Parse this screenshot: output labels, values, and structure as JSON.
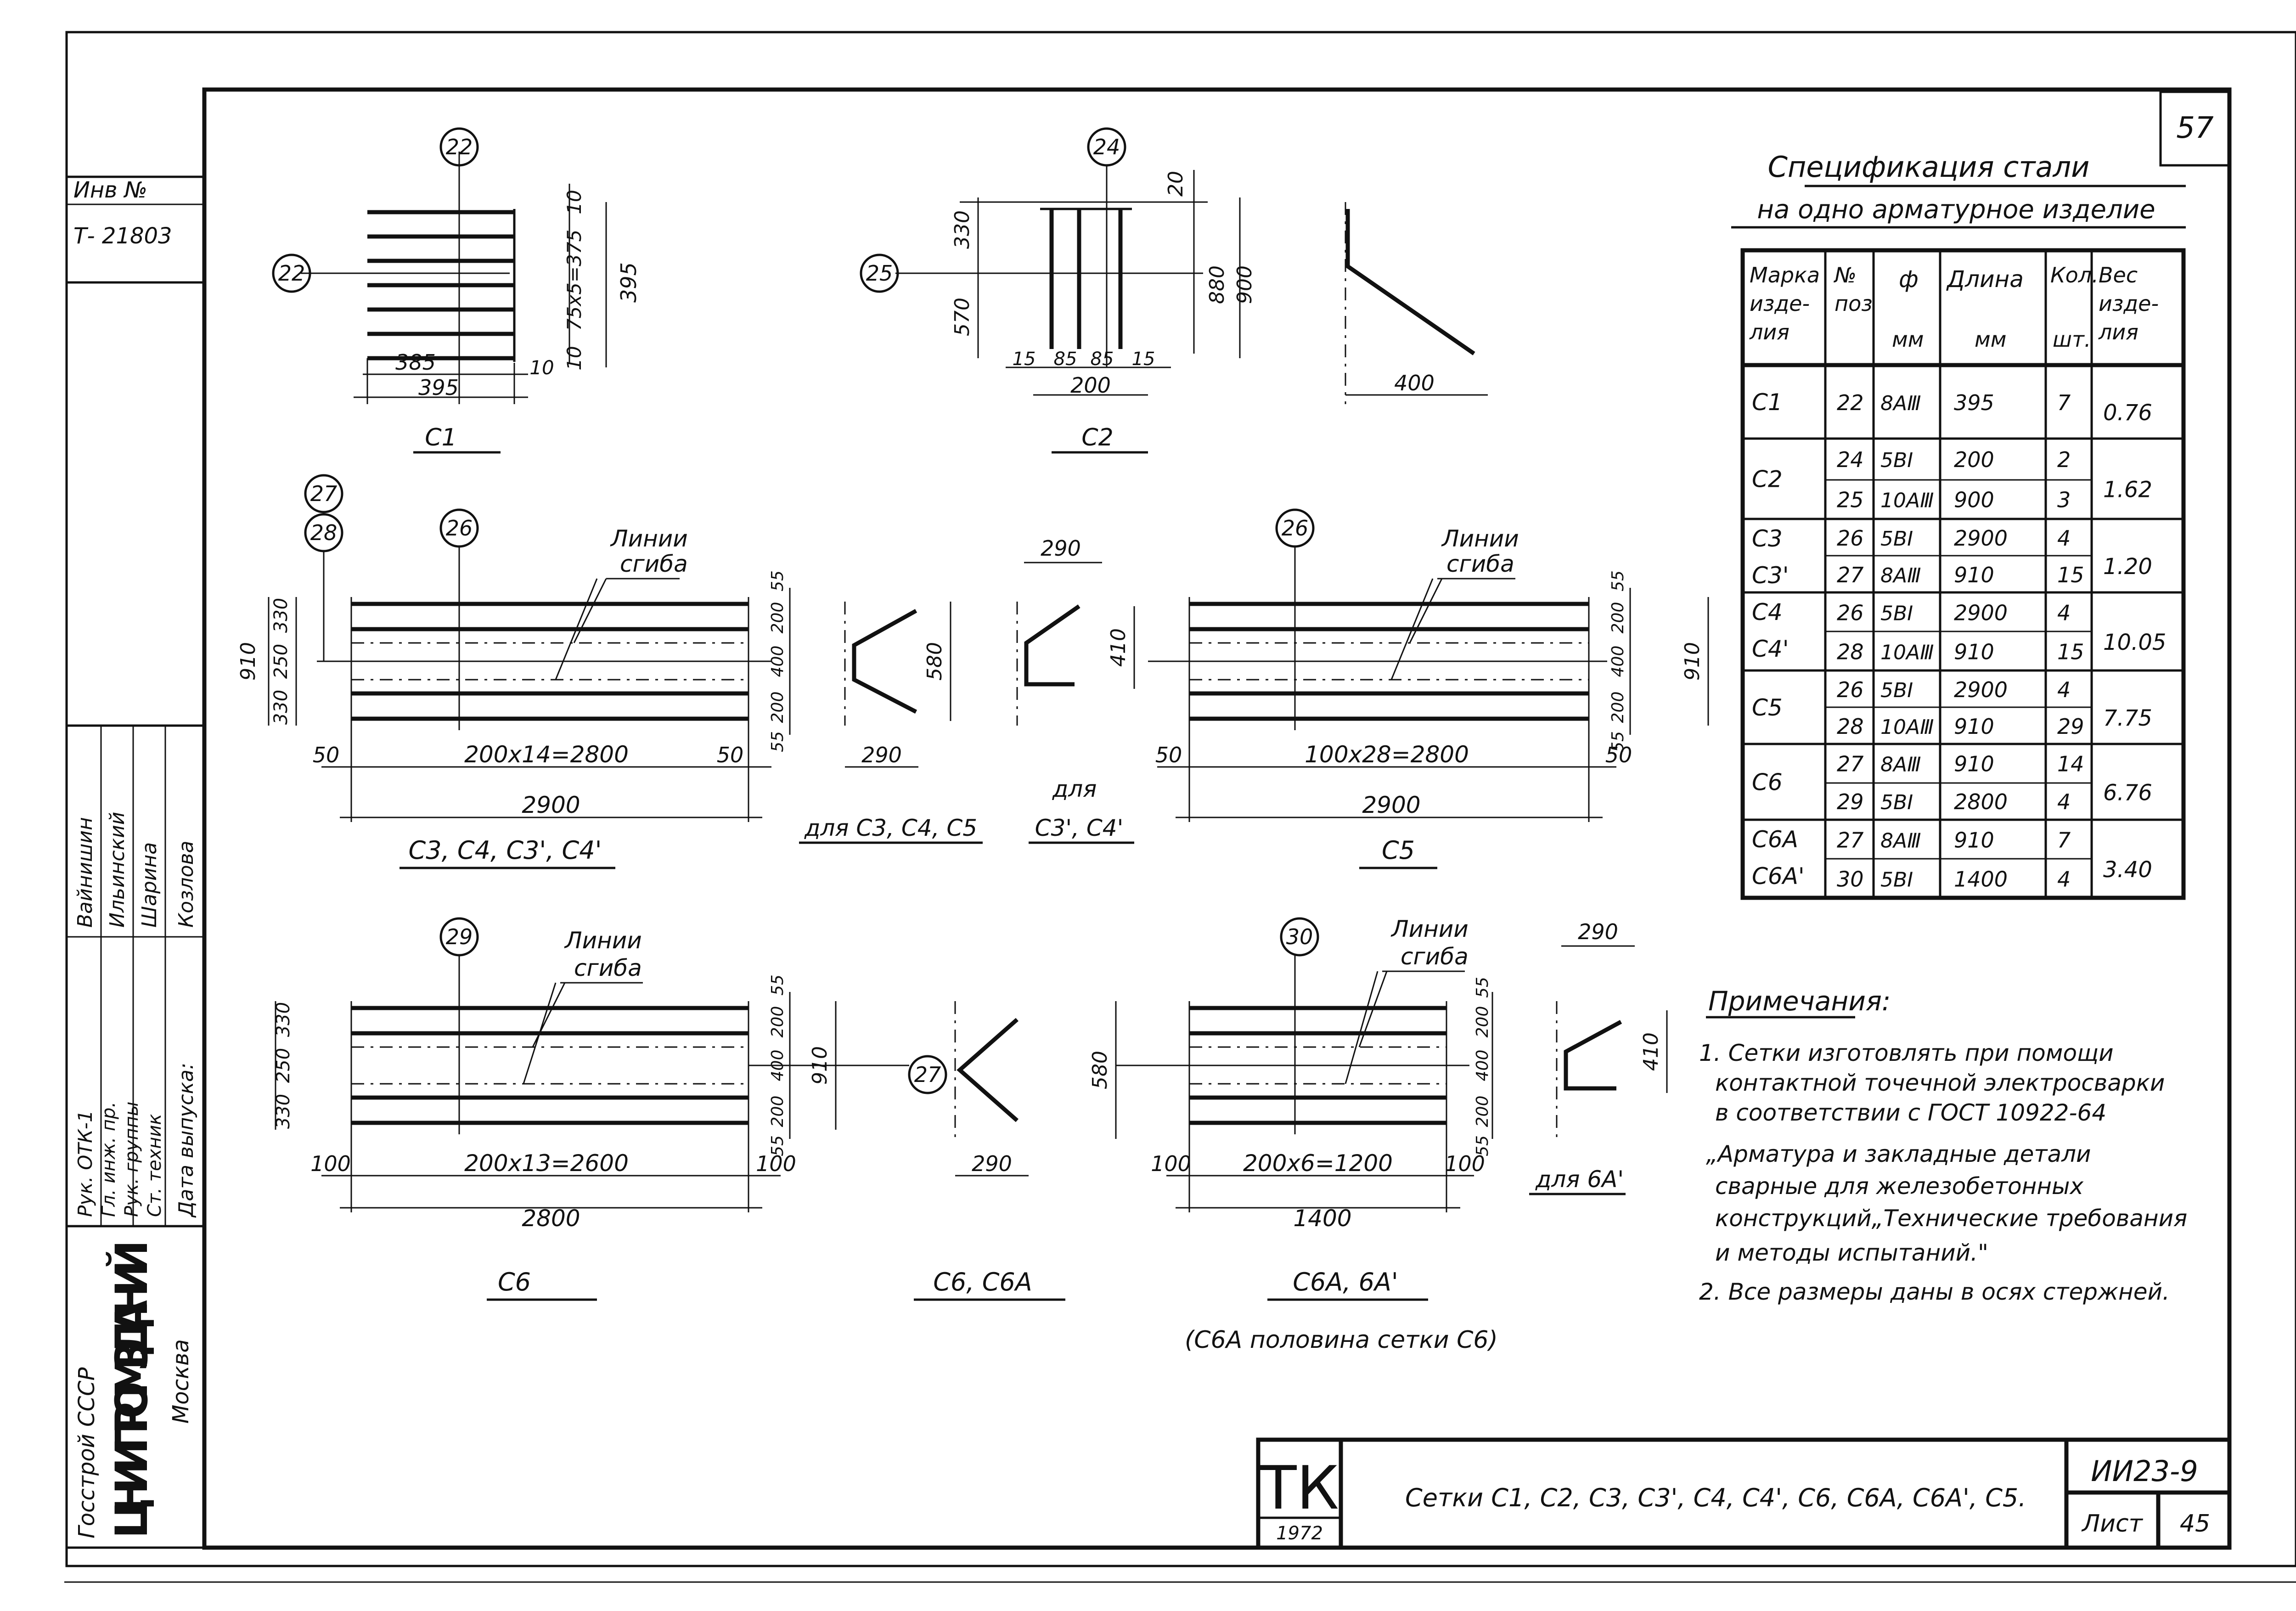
{
  "sheet_no": "57",
  "stamp": {
    "inv_label": "Инв №",
    "inv_no": "Т- 21803"
  },
  "spec": {
    "title1": "Спецификация стали",
    "title2": "на одно арматурное изделие",
    "headers": {
      "mark": [
        "Марка",
        "изде-",
        "лия"
      ],
      "pos": [
        "№",
        "поз"
      ],
      "dia": [
        "ф",
        "мм"
      ],
      "len": [
        "Длина",
        "мм"
      ],
      "qty": [
        "Кол.",
        "шт."
      ],
      "wt": [
        "Вес",
        "изде-",
        "лия"
      ]
    },
    "rows": [
      {
        "marks": [
          "С1"
        ],
        "lines": [
          [
            "22",
            "8АⅢ",
            "395",
            "7"
          ]
        ],
        "wt": "0.76"
      },
      {
        "marks": [
          "С2"
        ],
        "lines": [
          [
            "24",
            "5ВⅠ",
            "200",
            "2"
          ],
          [
            "25",
            "10АⅢ",
            "900",
            "3"
          ]
        ],
        "wt": "1.62"
      },
      {
        "marks": [
          "С3",
          "С3'"
        ],
        "lines": [
          [
            "26",
            "5ВⅠ",
            "2900",
            "4"
          ],
          [
            "27",
            "8АⅢ",
            "910",
            "15"
          ]
        ],
        "wt": "1.20"
      },
      {
        "marks": [
          "С4",
          "С4'"
        ],
        "lines": [
          [
            "26",
            "5ВⅠ",
            "2900",
            "4"
          ],
          [
            "28",
            "10АⅢ",
            "910",
            "15"
          ]
        ],
        "wt": "10.05"
      },
      {
        "marks": [
          "С5"
        ],
        "lines": [
          [
            "26",
            "5ВⅠ",
            "2900",
            "4"
          ],
          [
            "28",
            "10АⅢ",
            "910",
            "29"
          ]
        ],
        "wt": "7.75"
      },
      {
        "marks": [
          "С6"
        ],
        "lines": [
          [
            "27",
            "8АⅢ",
            "910",
            "14"
          ],
          [
            "29",
            "5ВⅠ",
            "2800",
            "4"
          ]
        ],
        "wt": "6.76"
      },
      {
        "marks": [
          "С6А",
          "С6А'"
        ],
        "lines": [
          [
            "27",
            "8АⅢ",
            "910",
            "7"
          ],
          [
            "30",
            "5ВⅠ",
            "1400",
            "4"
          ]
        ],
        "wt": "3.40"
      }
    ]
  },
  "notes": {
    "title": "Примечания:",
    "lines": [
      "1. Сетки изготовлять при помощи",
      "контактной точечной электросварки",
      "в соответствии с ГОСТ 10922-64",
      "„Арматура и закладные детали",
      "сварные для железобетонных",
      "конструкций„Технические требования",
      "и методы испытаний.\"",
      "2. Все размеры даны в осях стержней."
    ]
  },
  "c1": {
    "pos_top": "22",
    "pos_left": "22",
    "dim_a": "385",
    "dim_b": "10",
    "dim_total": "395",
    "dim_v1": "10",
    "dim_v2": "75x5=375",
    "dim_v3": "10",
    "dim_v_total": "395",
    "label": "С1"
  },
  "c2": {
    "pos_top": "24",
    "pos_left": "25",
    "dim_330": "330",
    "dim_570": "570",
    "dim_20": "20",
    "dim_880": "880",
    "dim_900": "900",
    "dim_15a": "15",
    "dim_85a": "85",
    "dim_85b": "85",
    "dim_15b": "15",
    "dim_200": "200",
    "dim_400": "400",
    "label": "С2"
  },
  "c3": {
    "pos_a": "27",
    "pos_b": "28",
    "pos_c": "26",
    "bend_label1": "Линии",
    "bend_label2": "сгиба",
    "v910": "910",
    "v330a": "330",
    "v250": "250",
    "v330b": "330",
    "r55a": "55",
    "r200a": "200",
    "r400": "400",
    "r200b": "200",
    "r55b": "55",
    "d50a": "50",
    "d_mid": "200x14=2800",
    "d50b": "50",
    "d_total": "2900",
    "label": "С3, С4, С3', С4'"
  },
  "bend1": {
    "dim_v": "580",
    "dim_h": "290",
    "label": "для С3, С4, С5"
  },
  "bend2": {
    "dim_top": "290",
    "dim_v": "410",
    "label1": "для",
    "label2": "С3', С4'"
  },
  "c5": {
    "pos": "26",
    "bend_label1": "Линии",
    "bend_label2": "сгиба",
    "r55a": "55",
    "r200a": "200",
    "r400": "400",
    "r200b": "200",
    "r55b": "55",
    "v910": "910",
    "d50a": "50",
    "d_mid": "100x28=2800",
    "d50b": "50",
    "d_total": "2900",
    "label": "С5"
  },
  "c6": {
    "pos": "29",
    "bend_label1": "Линии",
    "bend_label2": "сгиба",
    "v330a": "330",
    "v250": "250",
    "v330b": "330",
    "r55a": "55",
    "r200a": "200",
    "r400": "400",
    "r200b": "200",
    "r55b": "55",
    "v910": "910",
    "d100a": "100",
    "d_mid": "200x13=2600",
    "d100b": "100",
    "d_total": "2800",
    "label": "С6"
  },
  "bend3": {
    "pos": "27",
    "dim_v": "580",
    "dim_h": "290",
    "label": "С6, С6А"
  },
  "c6a": {
    "pos": "30",
    "bend_label1": "Линии",
    "bend_label2": "сгиба",
    "r55a": "55",
    "r200a": "200",
    "r400": "400",
    "r200b": "200",
    "r55b": "55",
    "d100a": "100",
    "d_mid": "200x6=1200",
    "d100b": "100",
    "d_total": "1400",
    "label": "С6А, 6А'",
    "caption": "(С6А половина сетки С6)"
  },
  "bend4": {
    "dim_top": "290",
    "dim_v": "410",
    "label": "для 6А'"
  },
  "signs": [
    "Вайнишин",
    "Ильинский",
    "Шарина",
    "Козлова"
  ],
  "sign_roles": [
    "Рук. ОТК-1",
    "Гл. инж. пр.",
    "Рук. группы",
    "Ст. техник",
    "Дата выпуска:"
  ],
  "org": {
    "ministry": "Госстрой СССР",
    "name": "ЦНИИПРОМЗДАНИЙ",
    "city": "Москва"
  },
  "title_block": {
    "tk": "ТК",
    "year": "1972",
    "title": "Сетки С1, С2, С3, С3', С4, С4', С6, С6А, С6А', С5.",
    "doc": "ИИ23-9",
    "sheet_label": "Лист",
    "sheet": "45"
  }
}
